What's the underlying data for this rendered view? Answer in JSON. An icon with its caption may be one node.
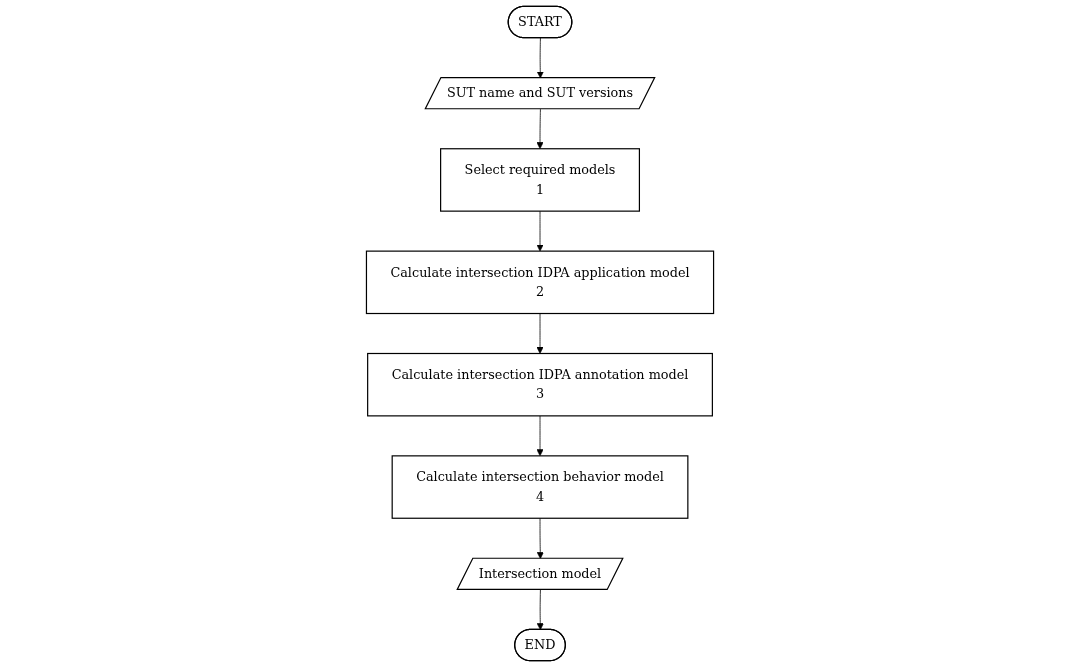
{
  "diagram": {
    "nodes": [
      {
        "text": [
          "START"
        ]
      },
      {
        "text": [
          "SUT name and SUT versions"
        ]
      },
      {
        "text": [
          "Select required models",
          "1"
        ]
      },
      {
        "text": [
          "Calculate intersection IDPA application model",
          "2"
        ]
      },
      {
        "text": [
          "Calculate intersection IDPA annotation model",
          "3"
        ]
      },
      {
        "text": [
          "Calculate intersection behavior model",
          "4"
        ]
      },
      {
        "text": [
          "Intersection model"
        ]
      },
      {
        "text": [
          "END"
        ]
      }
    ],
    "edges": [
      {
        "from": 0,
        "to": 1,
        "arrow": "to"
      },
      {
        "from": 1,
        "to": 2,
        "arrow": "to"
      },
      {
        "from": 2,
        "to": 3,
        "arrow": "to"
      },
      {
        "from": 3,
        "to": 4,
        "arrow": "to"
      },
      {
        "from": 4,
        "to": 5,
        "arrow": "to"
      },
      {
        "from": 5,
        "to": 6,
        "arrow": "to"
      },
      {
        "from": 6,
        "to": 7,
        "arrow": "to"
      }
    ]
  }
}
